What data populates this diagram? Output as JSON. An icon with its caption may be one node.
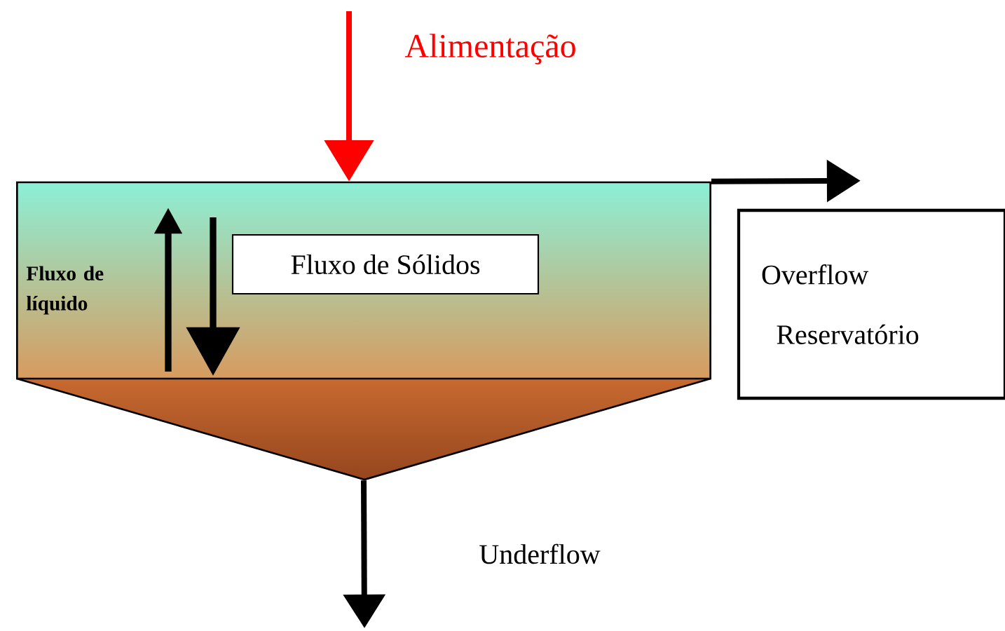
{
  "diagram": {
    "nodes": [
      {
        "text": [],
        "shape": "box"
      },
      {
        "text": [
          "Fluxo de Sólidos"
        ],
        "in": 0
      },
      {
        "text": [
          "Overflow",
          "Reservatório"
        ]
      }
    ],
    "edges": [
      {
        "from": null,
        "to": 0,
        "arrow": "to",
        "label": "Alimentação",
        "color": "#ff0000"
      },
      {
        "from": 0,
        "to": 2,
        "arrow": "to"
      },
      {
        "from": 0,
        "to": null,
        "arrow": "to",
        "label": "Underflow"
      }
    ],
    "labels": [
      "Fluxo de líquido"
    ]
  }
}
